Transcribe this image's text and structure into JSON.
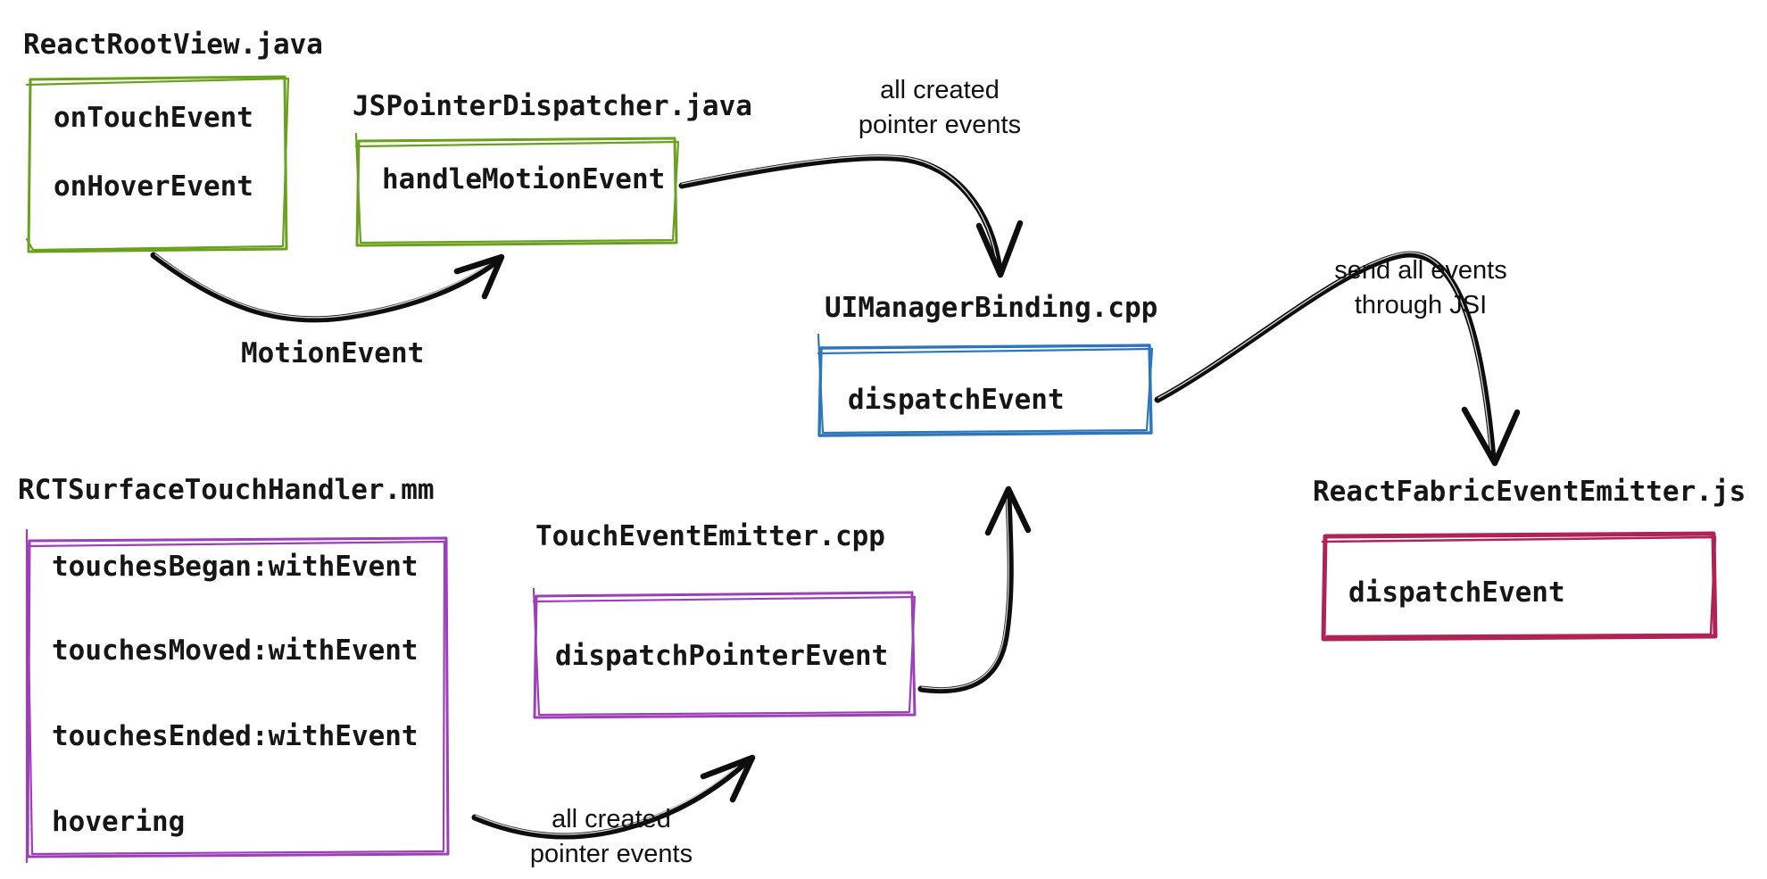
{
  "boxes": {
    "reactRootView": {
      "title": "ReactRootView.java",
      "items": [
        "onTouchEvent",
        "onHoverEvent"
      ],
      "color": "#69a01e"
    },
    "jsPointerDispatcher": {
      "title": "JSPointerDispatcher.java",
      "items": [
        "handleMotionEvent"
      ],
      "color": "#69a01e"
    },
    "uiManagerBinding": {
      "title": "UIManagerBinding.cpp",
      "items": [
        "dispatchEvent"
      ],
      "color": "#2d75bc"
    },
    "touchEventEmitter": {
      "title": "TouchEventEmitter.cpp",
      "items": [
        "dispatchPointerEvent"
      ],
      "color": "#9c3fb8"
    },
    "rctSurfaceTouchHandler": {
      "title": "RCTSurfaceTouchHandler.mm",
      "items": [
        "touchesBegan:withEvent",
        "touchesMoved:withEvent",
        "touchesEnded:withEvent",
        "hovering"
      ],
      "color": "#9c3fb8"
    },
    "reactFabricEventEmitter": {
      "title": "ReactFabricEventEmitter.js",
      "items": [
        "dispatchEvent"
      ],
      "color": "#b02355"
    }
  },
  "edgeLabels": {
    "motionEvent": "MotionEvent",
    "allCreatedTop": [
      "all created",
      "pointer events"
    ],
    "sendAllEvents": [
      "send all events",
      "through JSI"
    ],
    "allCreatedBottom": [
      "all created",
      "pointer events"
    ]
  },
  "edges": [
    {
      "from": "ReactRootView.java",
      "to": "JSPointerDispatcher.java",
      "label": "MotionEvent"
    },
    {
      "from": "JSPointerDispatcher.java",
      "to": "UIManagerBinding.cpp",
      "label": "all created pointer events"
    },
    {
      "from": "UIManagerBinding.cpp",
      "to": "ReactFabricEventEmitter.js",
      "label": "send all events through JSI"
    },
    {
      "from": "RCTSurfaceTouchHandler.mm",
      "to": "TouchEventEmitter.cpp",
      "label": "all created pointer events"
    },
    {
      "from": "TouchEventEmitter.cpp",
      "to": "UIManagerBinding.cpp",
      "label": ""
    }
  ],
  "inkColor": "#0e0e0e"
}
